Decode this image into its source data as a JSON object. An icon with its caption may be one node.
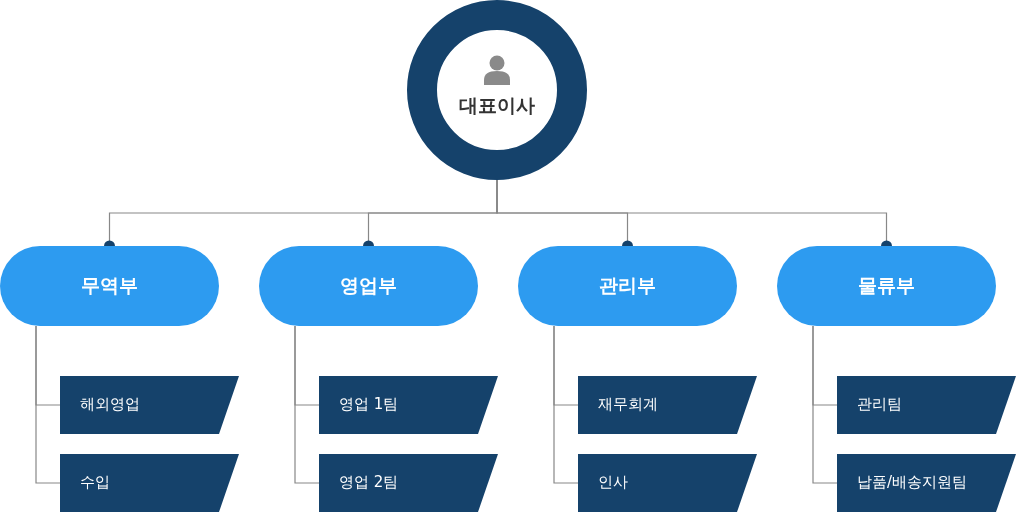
{
  "diagram": {
    "nodes": [
      {
        "text": [
          "대표이사"
        ]
      },
      {
        "text": [
          "무역부"
        ]
      },
      {
        "text": [
          "영업부"
        ]
      },
      {
        "text": [
          "관리부"
        ]
      },
      {
        "text": [
          "물류부"
        ]
      },
      {
        "text": [
          "해외영업"
        ]
      },
      {
        "text": [
          "수입"
        ]
      },
      {
        "text": [
          "영업 1팀"
        ]
      },
      {
        "text": [
          "영업 2팀"
        ]
      },
      {
        "text": [
          "재무회계"
        ]
      },
      {
        "text": [
          "인사"
        ]
      },
      {
        "text": [
          "관리팀"
        ]
      },
      {
        "text": [
          "납품/배송지원팀"
        ]
      }
    ],
    "edges": [
      {
        "from": 0,
        "to": 1,
        "arrow": "other"
      },
      {
        "from": 0,
        "to": 2,
        "arrow": "other"
      },
      {
        "from": 0,
        "to": 3,
        "arrow": "other"
      },
      {
        "from": 0,
        "to": 4,
        "arrow": "other"
      },
      {
        "from": 1,
        "to": 5,
        "arrow": "none"
      },
      {
        "from": 1,
        "to": 6,
        "arrow": "none"
      },
      {
        "from": 2,
        "to": 7,
        "arrow": "none"
      },
      {
        "from": 2,
        "to": 8,
        "arrow": "none"
      },
      {
        "from": 3,
        "to": 9,
        "arrow": "none"
      },
      {
        "from": 3,
        "to": 10,
        "arrow": "none"
      },
      {
        "from": 4,
        "to": 11,
        "arrow": "none"
      },
      {
        "from": 4,
        "to": 12,
        "arrow": "none"
      }
    ]
  }
}
